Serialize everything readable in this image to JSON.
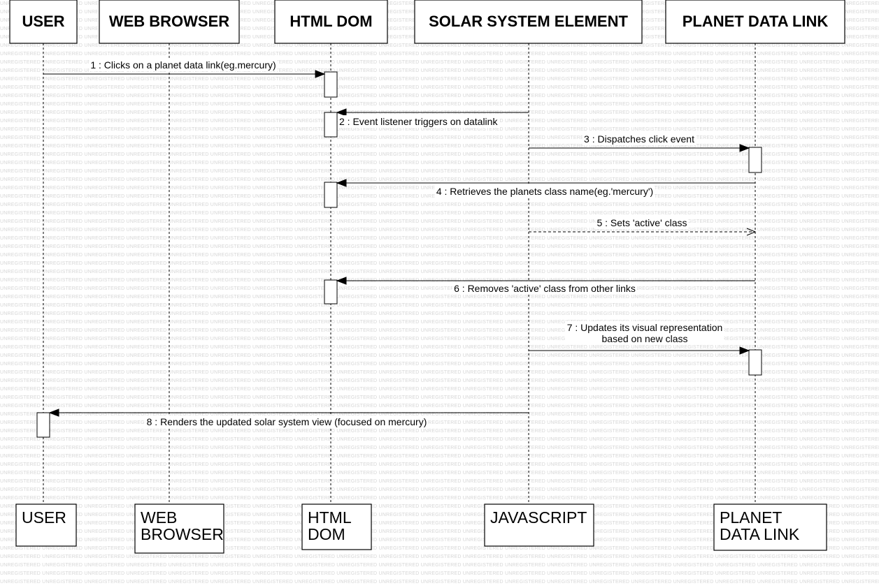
{
  "watermark": "UNREGISTERED",
  "participants": [
    {
      "id": "user",
      "title": "USER",
      "footer": [
        "USER"
      ]
    },
    {
      "id": "browser",
      "title": "WEB BROWSER",
      "footer": [
        "WEB",
        "BROWSER"
      ]
    },
    {
      "id": "dom",
      "title": "HTML DOM",
      "footer": [
        "HTML",
        "DOM"
      ]
    },
    {
      "id": "js",
      "title": "SOLAR SYSTEM ELEMENT",
      "footer": [
        "JAVASCRIPT"
      ]
    },
    {
      "id": "link",
      "title": "PLANET DATA LINK",
      "footer": [
        "PLANET",
        "DATA LINK"
      ]
    }
  ],
  "messages": [
    {
      "id": 1,
      "from": "user",
      "to": "dom",
      "style": "sync",
      "label": [
        "1 : Clicks on a planet data link(eg.mercury)"
      ]
    },
    {
      "id": 2,
      "from": "js",
      "to": "dom",
      "style": "sync",
      "label": [
        "2 : Event listener triggers on datalink"
      ]
    },
    {
      "id": 3,
      "from": "js",
      "to": "link",
      "style": "sync",
      "label": [
        "3 : Dispatches click event"
      ]
    },
    {
      "id": 4,
      "from": "link",
      "to": "dom",
      "style": "sync",
      "label": [
        "4 : Retrieves the planets class name(eg.'mercury')"
      ]
    },
    {
      "id": 5,
      "from": "js",
      "to": "link",
      "style": "return",
      "label": [
        "5 : Sets 'active' class"
      ]
    },
    {
      "id": 6,
      "from": "link",
      "to": "dom",
      "style": "sync",
      "label": [
        "6 : Removes 'active' class from other links"
      ]
    },
    {
      "id": 7,
      "from": "js",
      "to": "link",
      "style": "sync",
      "label": [
        "7 : Updates its visual representation",
        "based on new class"
      ]
    },
    {
      "id": 8,
      "from": "js",
      "to": "user",
      "style": "sync",
      "label": [
        "8 : Renders the updated solar system view (focused on mercury)"
      ]
    }
  ]
}
